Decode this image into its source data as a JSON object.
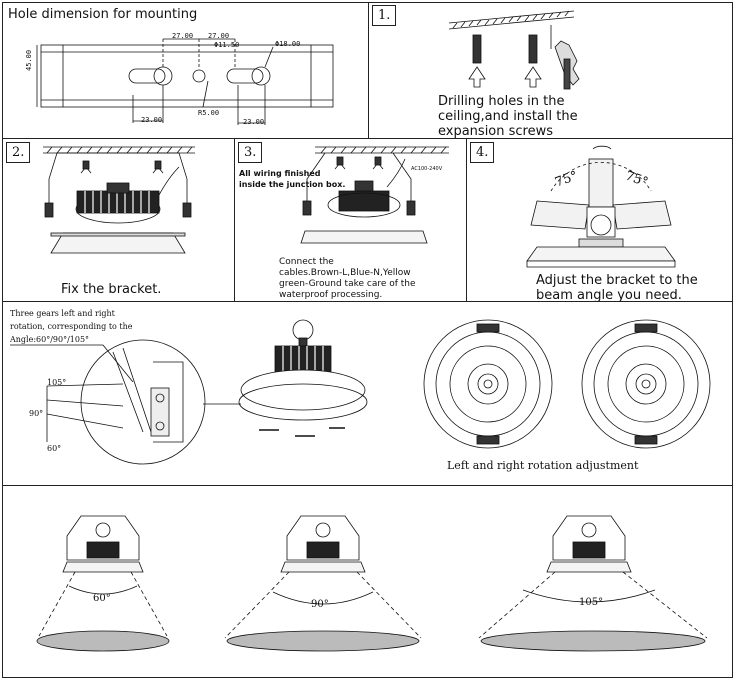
{
  "panel1": {
    "title": "Hole dimension for mounting",
    "dims": {
      "d1": "27.00",
      "d2": "27.00",
      "d3": "Φ11.50",
      "d4": "Φ18.00",
      "d5": "45.00",
      "d6": "23.00",
      "d7": "R5.00",
      "d8": "23.00"
    }
  },
  "step1": {
    "number": "1.",
    "caption_l1": "Drilling holes in the",
    "caption_l2": "ceiling,and install the",
    "caption_l3": "expansion screws"
  },
  "step2": {
    "number": "2.",
    "caption": "Fix the bracket."
  },
  "step3": {
    "number": "3.",
    "note_l1": "All wiring finished",
    "note_l2": "inside the junction box.",
    "voltage": "AC100-240V",
    "caption_l1": "Connect the",
    "caption_l2": "cables.Brown-L,Blue-N,Yellow",
    "caption_l3": "green-Ground take care of the",
    "caption_l4": "waterproof processing."
  },
  "step4": {
    "number": "4.",
    "angle_left": "75°",
    "angle_right": "75°",
    "caption_l1": "Adjust the bracket to the",
    "caption_l2": "beam angle you need."
  },
  "gears": {
    "note_l1": "Three gears left and right",
    "note_l2": "rotation, corresponding to the",
    "note_l3": "Angle:60°/90°/105°",
    "a1": "105°",
    "a2": "90°",
    "a3": "60°",
    "rotation_caption": "Left and right rotation adjustment"
  },
  "beams": {
    "b1": "60°",
    "b2": "90°",
    "b3": "105°"
  }
}
